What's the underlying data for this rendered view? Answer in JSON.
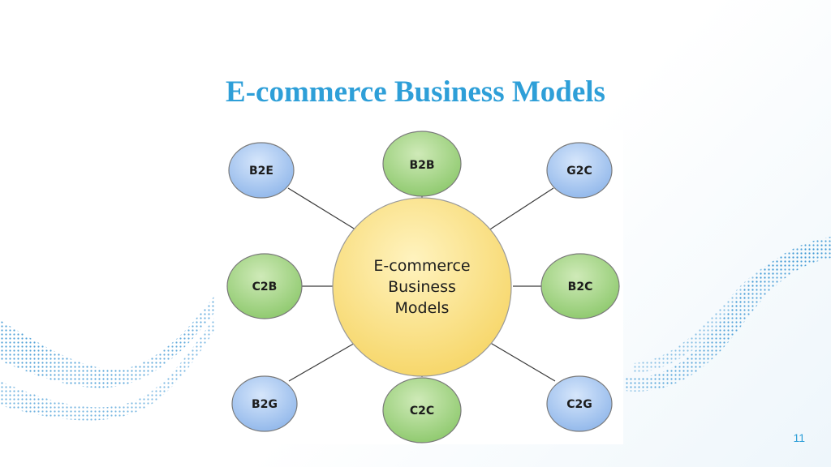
{
  "slide": {
    "title": "E-commerce Business Models",
    "page_number": "11"
  },
  "diagram": {
    "center": {
      "lines": [
        "E-commerce",
        "Business",
        "Models"
      ],
      "fill": "#fce38a"
    },
    "nodes": [
      {
        "label": "B2E",
        "color": "blue"
      },
      {
        "label": "B2B",
        "color": "green"
      },
      {
        "label": "G2C",
        "color": "blue"
      },
      {
        "label": "C2B",
        "color": "green"
      },
      {
        "label": "B2C",
        "color": "green"
      },
      {
        "label": "B2G",
        "color": "blue"
      },
      {
        "label": "C2C",
        "color": "green"
      },
      {
        "label": "C2G",
        "color": "blue"
      }
    ]
  },
  "colors": {
    "title": "#2e9fd8",
    "blue_node": "#a8c8f0",
    "green_node": "#a6d68a",
    "center_node": "#fce38a",
    "connector": "#3a3a3a"
  }
}
